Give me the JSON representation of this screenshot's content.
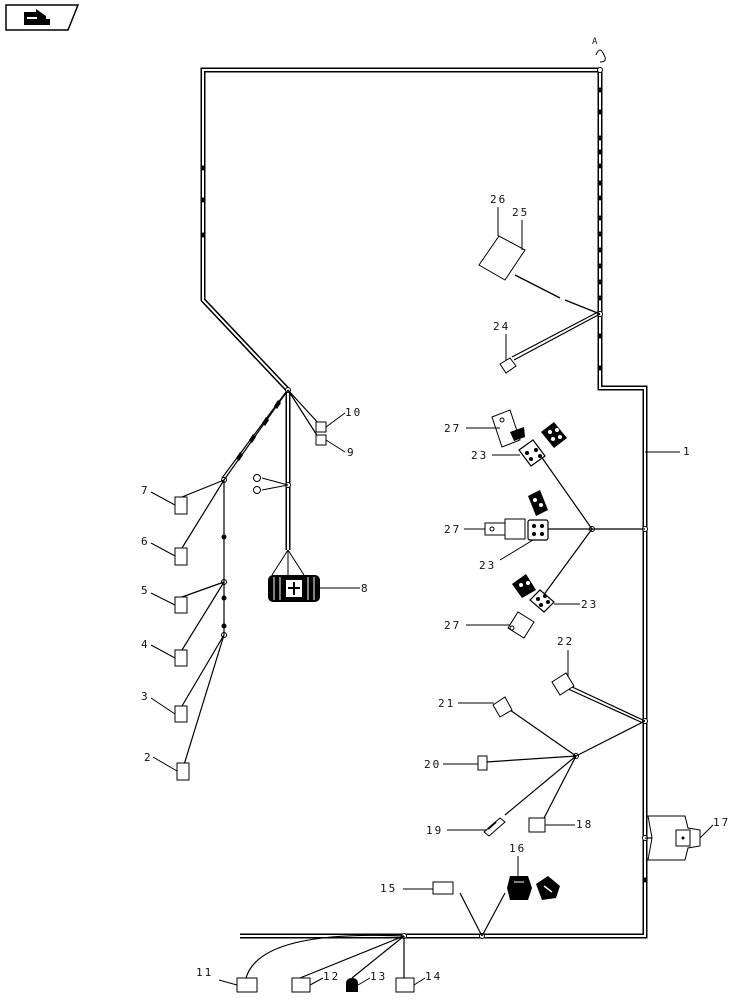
{
  "diagram": {
    "connector_label": "A",
    "callouts": [
      {
        "id": "c1",
        "text": "1"
      },
      {
        "id": "c2",
        "text": "2"
      },
      {
        "id": "c3",
        "text": "3"
      },
      {
        "id": "c4",
        "text": "4"
      },
      {
        "id": "c5",
        "text": "5"
      },
      {
        "id": "c6",
        "text": "6"
      },
      {
        "id": "c7",
        "text": "7"
      },
      {
        "id": "c8",
        "text": "8"
      },
      {
        "id": "c9",
        "text": "9"
      },
      {
        "id": "c10",
        "text": "10"
      },
      {
        "id": "c11",
        "text": "11"
      },
      {
        "id": "c12",
        "text": "12"
      },
      {
        "id": "c13",
        "text": "13"
      },
      {
        "id": "c14",
        "text": "14"
      },
      {
        "id": "c15",
        "text": "15"
      },
      {
        "id": "c16",
        "text": "16"
      },
      {
        "id": "c17",
        "text": "17"
      },
      {
        "id": "c18",
        "text": "18"
      },
      {
        "id": "c19",
        "text": "19"
      },
      {
        "id": "c20",
        "text": "20"
      },
      {
        "id": "c21",
        "text": "21"
      },
      {
        "id": "c22",
        "text": "22"
      },
      {
        "id": "c23a",
        "text": "23"
      },
      {
        "id": "c23b",
        "text": "23"
      },
      {
        "id": "c23c",
        "text": "23"
      },
      {
        "id": "c24",
        "text": "24"
      },
      {
        "id": "c25",
        "text": "25"
      },
      {
        "id": "c26",
        "text": "26"
      },
      {
        "id": "c27a",
        "text": "27"
      },
      {
        "id": "c27b",
        "text": "27"
      },
      {
        "id": "c27c",
        "text": "27"
      }
    ]
  }
}
